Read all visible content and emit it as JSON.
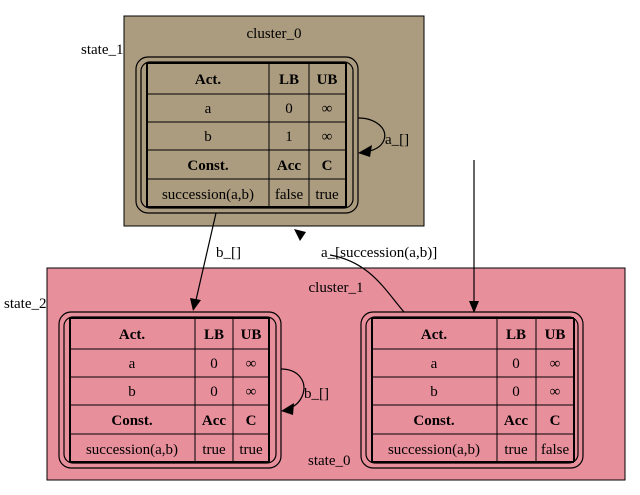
{
  "colors": {
    "cluster0_fill": "#ab9b7f",
    "cluster1_fill": "#e88f9c",
    "header_fill": "#ffffff",
    "stroke": "#000000"
  },
  "cluster_0": {
    "label": "cluster_0"
  },
  "cluster_1": {
    "label": "cluster_1"
  },
  "table_headers": {
    "act": "Act.",
    "lb": "LB",
    "ub": "UB",
    "const": "Const.",
    "acc": "Acc",
    "c": "C"
  },
  "states": {
    "state_1": {
      "label": "state_1",
      "rows": [
        {
          "act": "a",
          "lb": "0",
          "ub": "∞"
        },
        {
          "act": "b",
          "lb": "1",
          "ub": "∞"
        }
      ],
      "constraint": {
        "name": "succession(a,b)",
        "acc": "false",
        "c": "true"
      }
    },
    "state_2": {
      "label": "state_2",
      "rows": [
        {
          "act": "a",
          "lb": "0",
          "ub": "∞"
        },
        {
          "act": "b",
          "lb": "0",
          "ub": "∞"
        }
      ],
      "constraint": {
        "name": "succession(a,b)",
        "acc": "true",
        "c": "true"
      }
    },
    "state_0": {
      "label": "state_0",
      "rows": [
        {
          "act": "a",
          "lb": "0",
          "ub": "∞"
        },
        {
          "act": "b",
          "lb": "0",
          "ub": "∞"
        }
      ],
      "constraint": {
        "name": "succession(a,b)",
        "acc": "true",
        "c": "false"
      }
    }
  },
  "edges": {
    "s1_self": "a_[]",
    "s1_to_s2": "b_[]",
    "s0_to_s1": "a_[succession(a,b)]",
    "s2_self": "b_[]"
  }
}
